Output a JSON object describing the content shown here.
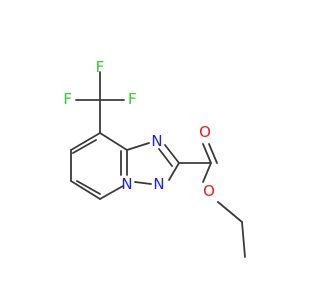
{
  "colors": {
    "bond": "#3a3a3a",
    "fluorine": "#33cc33",
    "nitrogen": "#2020e0",
    "oxygen": "#e02020"
  },
  "atoms": {
    "f_top": "F",
    "f_left": "F",
    "f_right": "F",
    "n_triazole_top": "N",
    "n_bridge": "N",
    "n_triazole_bottom": "N",
    "o_carbonyl": "O",
    "o_ester": "O"
  }
}
